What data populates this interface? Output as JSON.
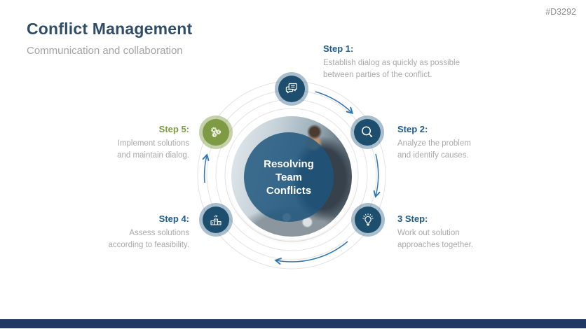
{
  "header": {
    "title": "Conflict Management",
    "subtitle": "Communication and collaboration",
    "product_code": "#D3292"
  },
  "center": {
    "line1": "Resolving",
    "line2": "Team",
    "line3": "Conflicts"
  },
  "steps": [
    {
      "label": "Step 1:",
      "icon": "chat-icon",
      "lines": [
        "Establish dialog as quickly as possible",
        "between parties of the conflict."
      ]
    },
    {
      "label": "Step 2:",
      "icon": "search-icon",
      "lines": [
        "Analyze the problem",
        "and identify causes."
      ]
    },
    {
      "label": "3 Step:",
      "icon": "lightbulb-icon",
      "lines": [
        "Work out solution",
        "approaches together."
      ]
    },
    {
      "label": "Step 4:",
      "icon": "podium-icon",
      "lines": [
        "Assess solutions",
        "according to feasibility."
      ]
    },
    {
      "label": "Step 5:",
      "icon": "gears-icon",
      "lines": [
        "Implement solutions",
        "and maintain dialog."
      ]
    }
  ],
  "colors": {
    "title": "#2F4D68",
    "body_gray": "#A9A9A9",
    "step_label_blue": "#1F5C8C",
    "step_label_green": "#7C9C3E",
    "navy_node": "#1D4E6E",
    "green_node": "#7E9A42",
    "arrow_blue": "#2E75B6",
    "ring_gray": "#E3E3E3",
    "footer_bar": "#1F3864",
    "center_overlay": "#1E557C"
  }
}
